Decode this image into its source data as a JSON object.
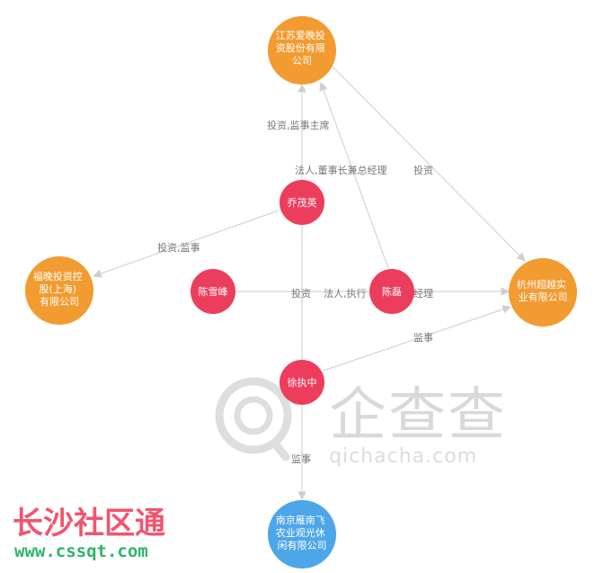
{
  "colors": {
    "company": "#f29b30",
    "person": "#ec3e5c",
    "target": "#4da6e8",
    "edge": "#d4d4d4",
    "edge_label": "#777777",
    "watermark": "#d9d9d9",
    "site_name": "#f0556e",
    "site_url": "#2fb56a"
  },
  "nodes": {
    "jiangsu": {
      "lines": [
        "江苏爱晚投",
        "资股份有限",
        "公司"
      ],
      "kind": "company"
    },
    "fuwan": {
      "lines": [
        "福晚投资控",
        "股(上海)",
        "有限公司"
      ],
      "kind": "company"
    },
    "hangzhou": {
      "lines": [
        "杭州超越实",
        "业有限公司"
      ],
      "kind": "company"
    },
    "nanjing": {
      "lines": [
        "南京雁南飞",
        "农业观光休",
        "闲有限公司"
      ],
      "kind": "target"
    },
    "qiao": {
      "lines": [
        "乔茂英"
      ],
      "kind": "person"
    },
    "chenxuefeng": {
      "lines": [
        "陈雪峰"
      ],
      "kind": "person"
    },
    "chenlei": {
      "lines": [
        "陈磊"
      ],
      "kind": "person"
    },
    "xu": {
      "lines": [
        "徐执中"
      ],
      "kind": "person"
    }
  },
  "edge_labels": {
    "qiao_jiangsu": "投资,监事主席",
    "chenlei_jiangsu": "法人,董事长兼总经理",
    "jiangsu_hangzhou": "投资",
    "qiao_fuwan": "投资,监事",
    "qiao_nanjing": "投资",
    "chenxuefeng_hangzhou": "法人,执行",
    "chenxuefeng_hangzhou_tail": "经理",
    "xu_hangzhou": "监事",
    "xu_nanjing": "监事"
  },
  "watermark": {
    "brand": "企查查",
    "url": "qichacha.com"
  },
  "site": {
    "name": "长沙社区通",
    "url": "www.cssqt.com"
  }
}
